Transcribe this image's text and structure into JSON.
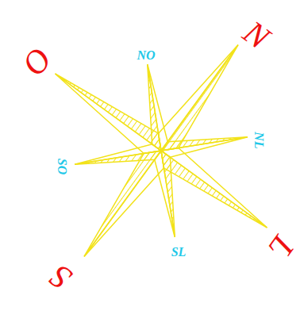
{
  "diagram": {
    "labels": [
      "N",
      "O",
      "S",
      "L",
      "NO",
      "NL",
      "SO",
      "SL"
    ]
  }
}
